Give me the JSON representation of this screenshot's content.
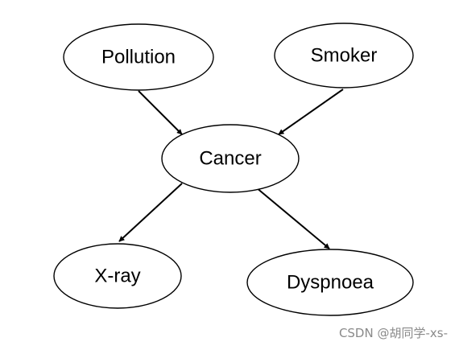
{
  "diagram": {
    "nodes": [
      {
        "id": "pollution",
        "label": "Pollution"
      },
      {
        "id": "smoker",
        "label": "Smoker"
      },
      {
        "id": "cancer",
        "label": "Cancer"
      },
      {
        "id": "xray",
        "label": "X-ray"
      },
      {
        "id": "dyspnoea",
        "label": "Dyspnoea"
      }
    ],
    "edges": [
      {
        "from": "pollution",
        "to": "cancer"
      },
      {
        "from": "smoker",
        "to": "cancer"
      },
      {
        "from": "cancer",
        "to": "xray"
      },
      {
        "from": "cancer",
        "to": "dyspnoea"
      }
    ]
  },
  "watermark": "CSDN @胡同学-xs-"
}
